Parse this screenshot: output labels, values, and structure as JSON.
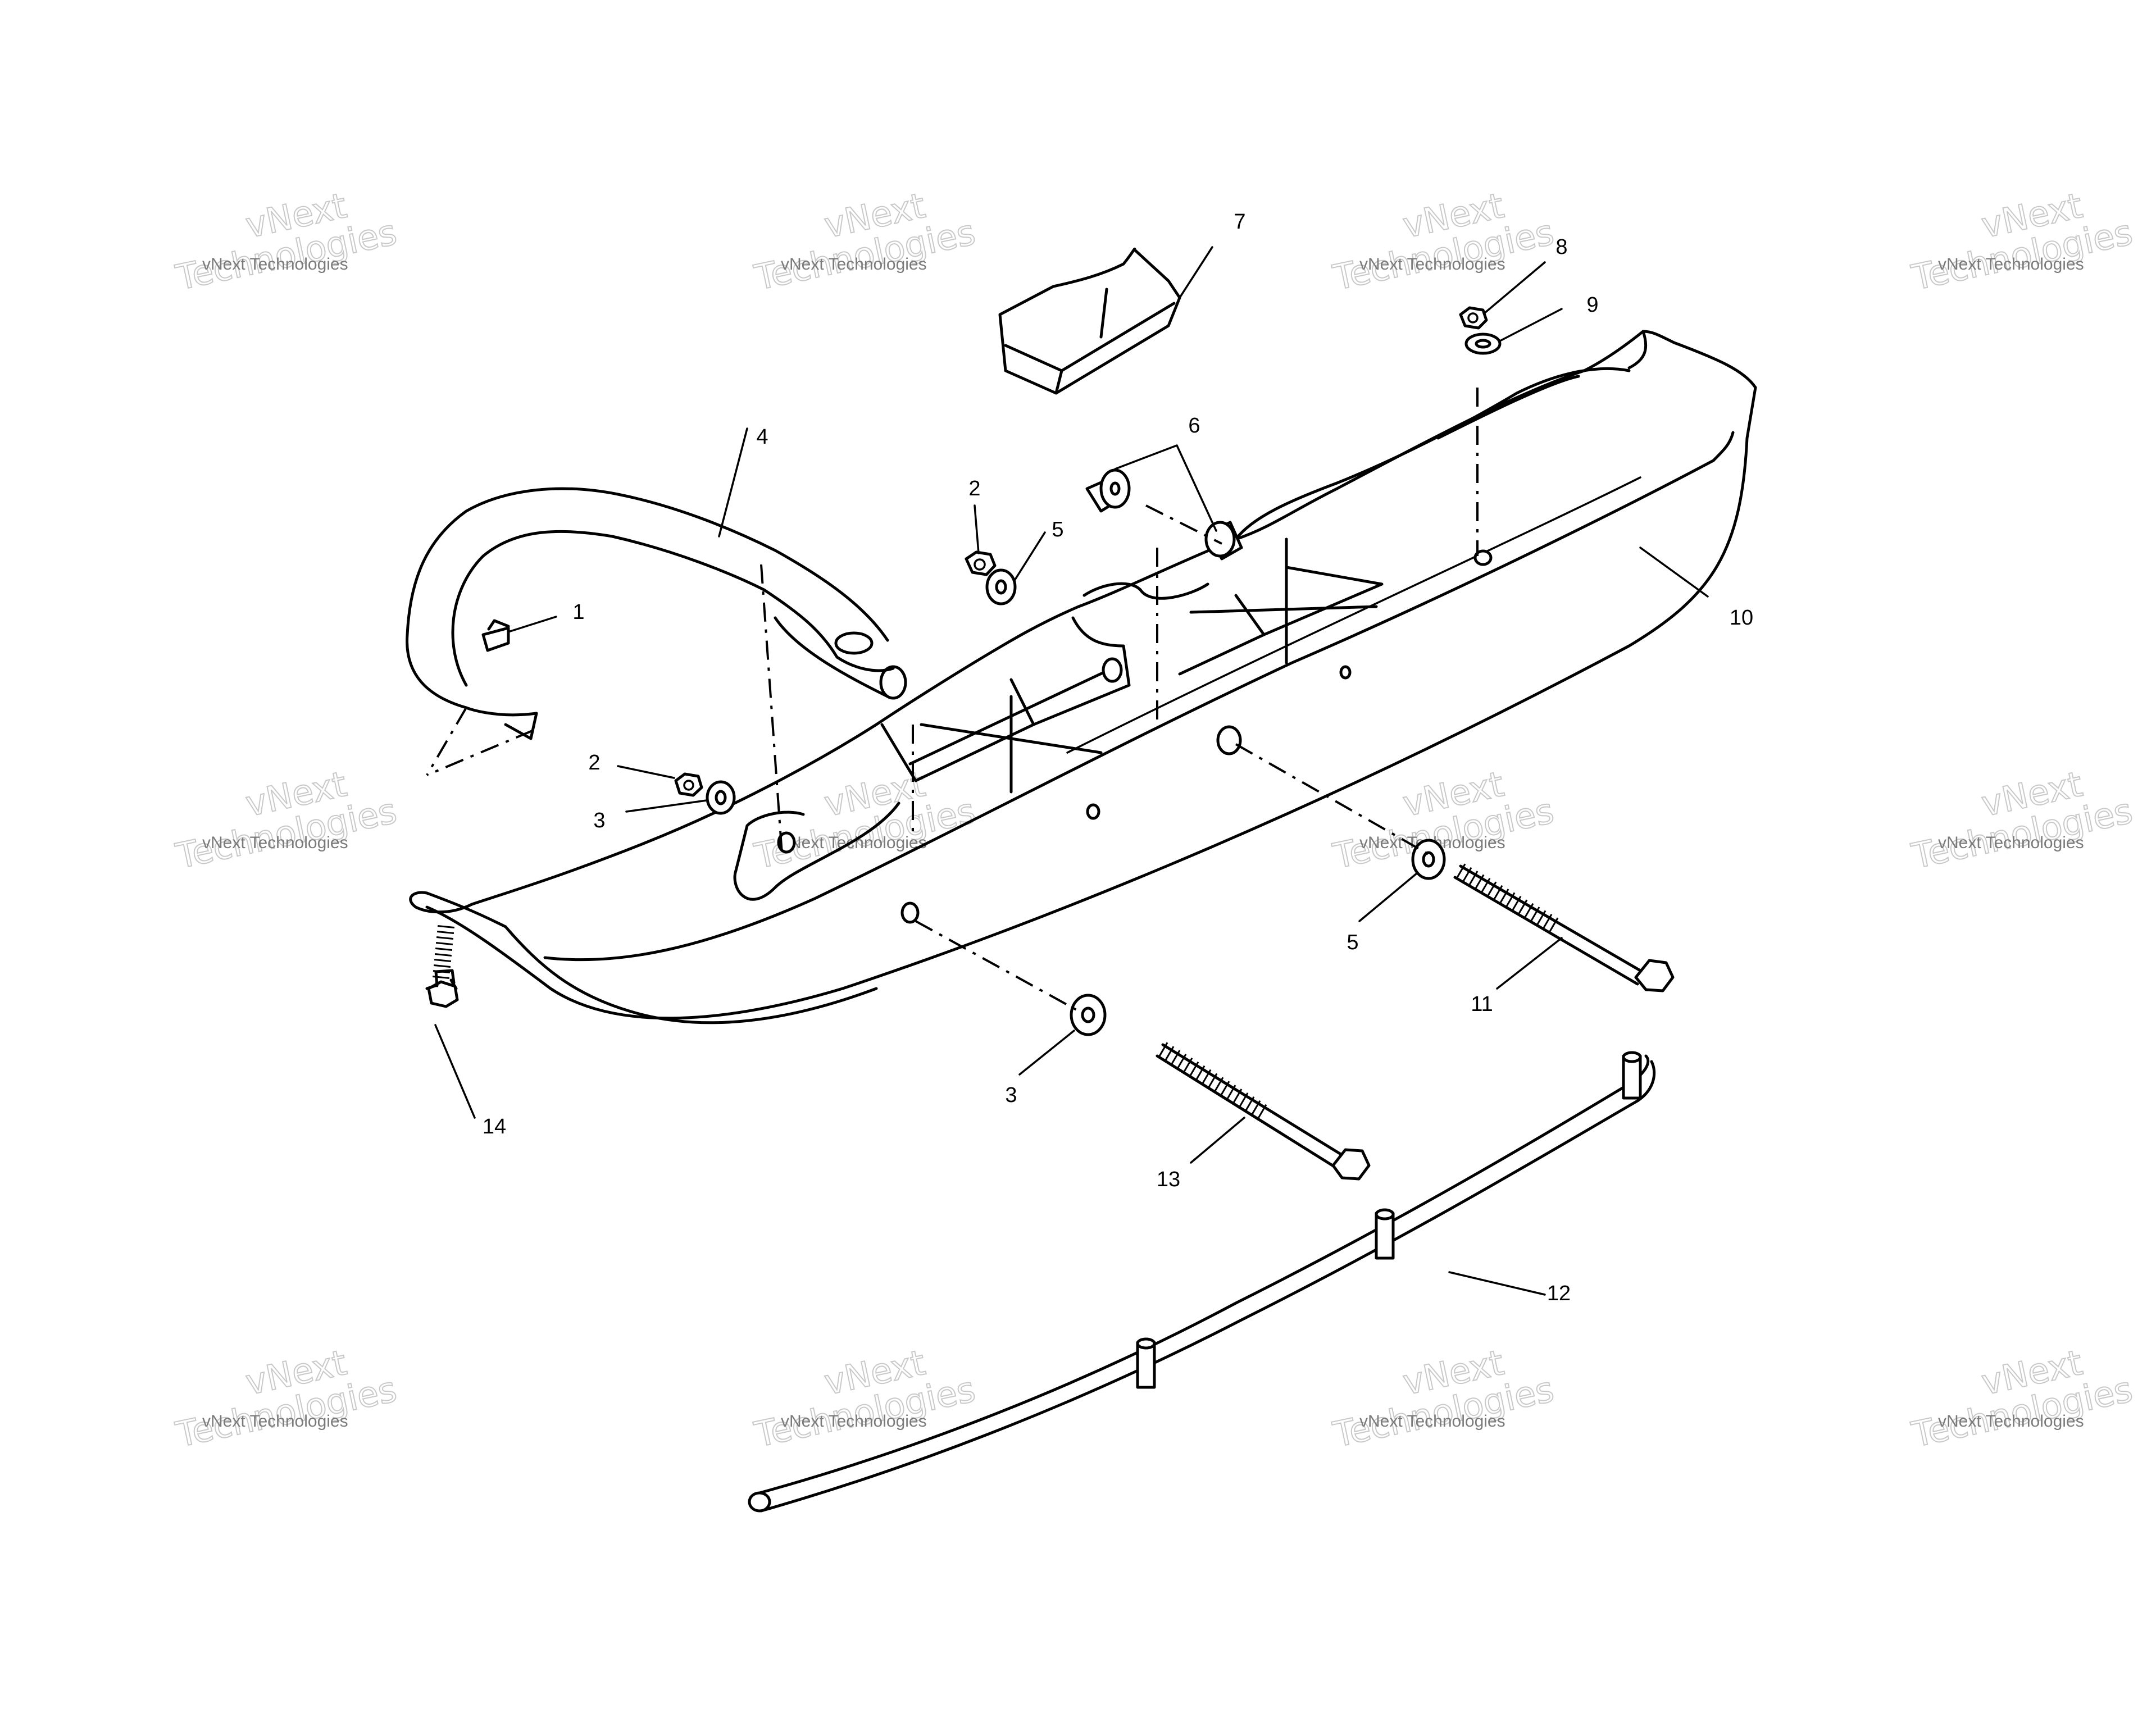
{
  "callouts": [
    {
      "id": "1",
      "label": "1"
    },
    {
      "id": "2a",
      "label": "2"
    },
    {
      "id": "2b",
      "label": "2"
    },
    {
      "id": "3a",
      "label": "3"
    },
    {
      "id": "3b",
      "label": "3"
    },
    {
      "id": "4",
      "label": "4"
    },
    {
      "id": "5a",
      "label": "5"
    },
    {
      "id": "5b",
      "label": "5"
    },
    {
      "id": "6",
      "label": "6"
    },
    {
      "id": "7",
      "label": "7"
    },
    {
      "id": "8",
      "label": "8"
    },
    {
      "id": "9",
      "label": "9"
    },
    {
      "id": "10",
      "label": "10"
    },
    {
      "id": "11",
      "label": "11"
    },
    {
      "id": "12",
      "label": "12"
    },
    {
      "id": "13",
      "label": "13"
    },
    {
      "id": "14",
      "label": "14"
    }
  ],
  "watermark": {
    "line_small": "vNext Technologies",
    "line_big_1": "vNext",
    "line_big_2": "Technologies"
  }
}
